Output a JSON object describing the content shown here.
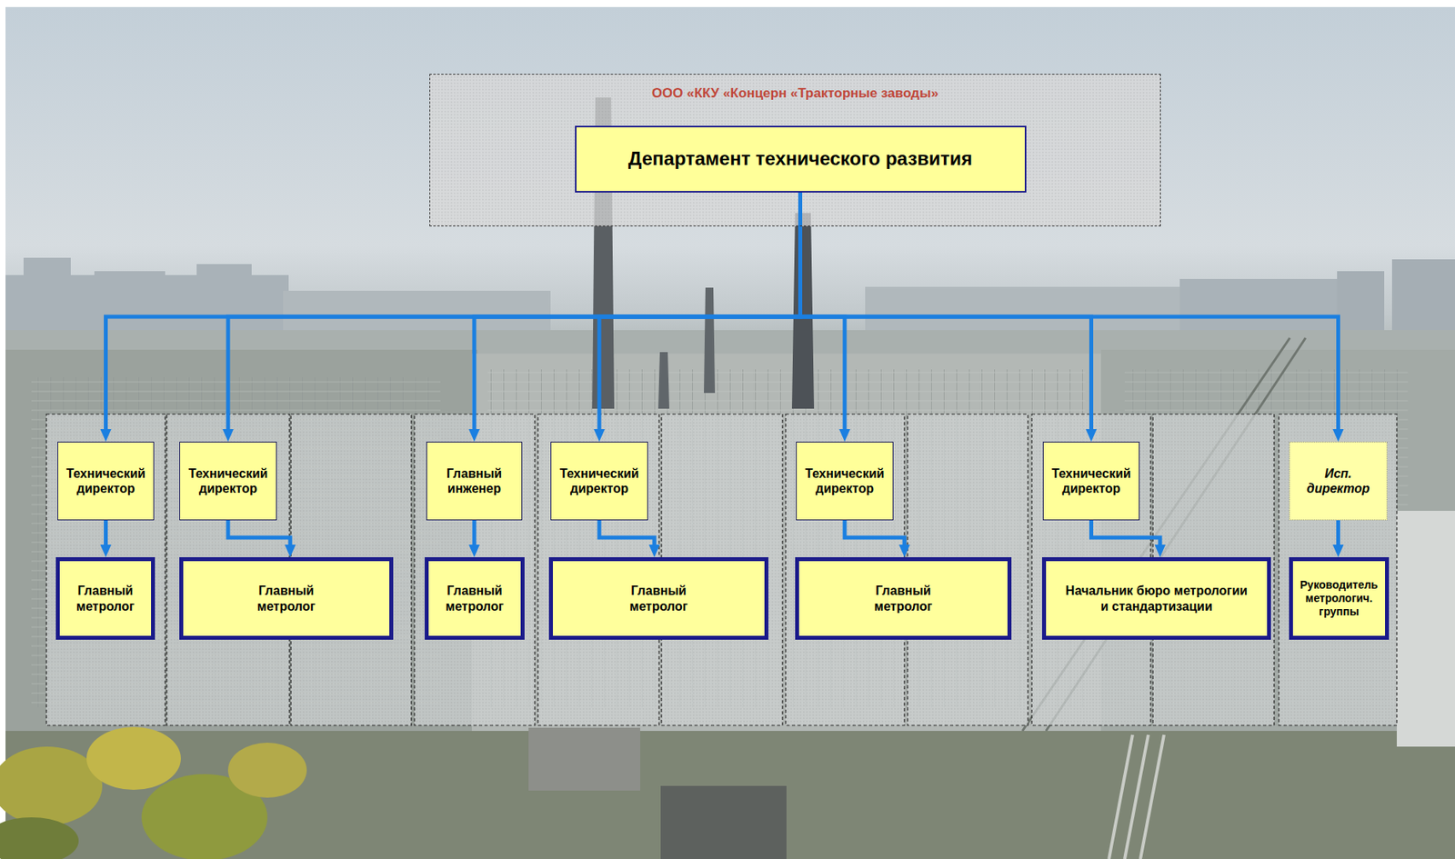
{
  "diagram": {
    "nodes": [
      {
        "text": [
          "ООО «ККУ «Концерн «Тракторные заводы»"
        ]
      },
      {
        "text": [
          "Департамент технического развития"
        ],
        "in": 0
      },
      {
        "text": [
          "Технический директор"
        ]
      },
      {
        "text": [
          "Технический директор"
        ]
      },
      {
        "text": [
          "Главный инженер"
        ]
      },
      {
        "text": [
          "Технический директор"
        ]
      },
      {
        "text": [
          "Технический директор"
        ]
      },
      {
        "text": [
          "Технический директор"
        ]
      },
      {
        "text": [
          "Исп. директор"
        ]
      },
      {
        "text": [
          "Главный метролог"
        ]
      },
      {
        "text": [
          "Главный метролог"
        ]
      },
      {
        "text": [
          "Главный метролог"
        ]
      },
      {
        "text": [
          "Главный метролог"
        ]
      },
      {
        "text": [
          "Главный метролог"
        ]
      },
      {
        "text": [
          "Начальник бюро метрологии и стандартизации"
        ]
      },
      {
        "text": [
          "Руководитель метрологич. группы"
        ]
      }
    ],
    "edges": [
      {
        "from": 1,
        "to": 2,
        "arrow": "to"
      },
      {
        "from": 1,
        "to": 3,
        "arrow": "to"
      },
      {
        "from": 1,
        "to": 4,
        "arrow": "to"
      },
      {
        "from": 1,
        "to": 5,
        "arrow": "to"
      },
      {
        "from": 1,
        "to": 6,
        "arrow": "to"
      },
      {
        "from": 1,
        "to": 7,
        "arrow": "to"
      },
      {
        "from": 1,
        "to": 8,
        "arrow": "to"
      },
      {
        "from": 2,
        "to": 9,
        "arrow": "to"
      },
      {
        "from": 3,
        "to": 10,
        "arrow": "to"
      },
      {
        "from": 4,
        "to": 11,
        "arrow": "to"
      },
      {
        "from": 5,
        "to": 12,
        "arrow": "to"
      },
      {
        "from": 6,
        "to": 13,
        "arrow": "to"
      },
      {
        "from": 7,
        "to": 14,
        "arrow": "to"
      },
      {
        "from": 8,
        "to": 15,
        "arrow": "to"
      }
    ]
  }
}
